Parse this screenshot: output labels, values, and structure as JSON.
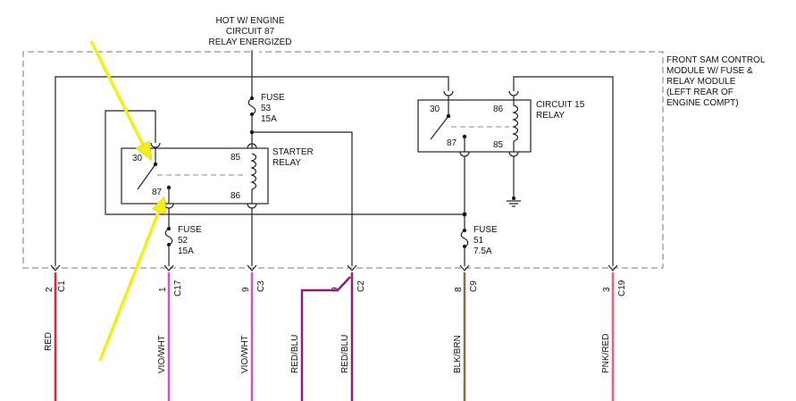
{
  "top_label": [
    "HOT W/ ENGINE",
    "CIRCUIT 87",
    "RELAY ENERGIZED"
  ],
  "module_label": [
    "FRONT SAM CONTROL",
    "MODULE W/ FUSE &",
    "RELAY MODULE",
    "(LEFT REAR OF",
    "ENGINE COMPT)"
  ],
  "fuse53": [
    "FUSE",
    "53",
    "15A"
  ],
  "fuse52": [
    "FUSE",
    "52",
    "15A"
  ],
  "fuse51": [
    "FUSE",
    "51",
    "7.5A"
  ],
  "starter_relay": {
    "label": [
      "STARTER",
      "RELAY"
    ],
    "pin30": "30",
    "pin87": "87",
    "pin85": "85",
    "pin86": "86"
  },
  "circuit15_relay": {
    "label": [
      "CIRCUIT 15",
      "RELAY"
    ],
    "pin30": "30",
    "pin87": "87",
    "pin85": "85",
    "pin86": "86"
  },
  "connectors": [
    {
      "pin": "2",
      "conn": "C1",
      "wire": "RED",
      "color": "#e8203a"
    },
    {
      "pin": "1",
      "conn": "C17",
      "wire": "VIO/WHT",
      "color": "#cc55cc"
    },
    {
      "pin": "9",
      "conn": "C3",
      "wire": "VIO/WHT",
      "color": "#cc55cc"
    },
    {
      "pin": "9",
      "conn": "C2",
      "wire": "RED/BLU",
      "color": "#8a1f7a"
    },
    {
      "wire": "RED/BLU",
      "color": "#8a1f7a"
    },
    {
      "pin": "8",
      "conn": "C9",
      "wire": "BLK/BRN",
      "color": "#8b6a4a"
    },
    {
      "pin": "3",
      "conn": "C19",
      "wire": "PNK/RED",
      "color": "#f06070"
    }
  ],
  "arrow_color": "#f2ee1a"
}
